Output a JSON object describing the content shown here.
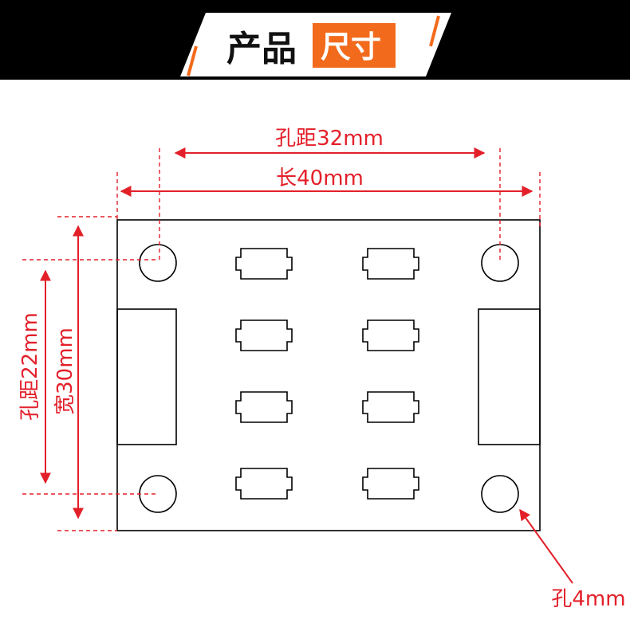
{
  "header": {
    "title_main": "产品",
    "title_highlight": "尺寸"
  },
  "dimensions": {
    "hole_spacing_horizontal": "孔距32mm",
    "length": "长40mm",
    "hole_spacing_vertical": "孔距22mm",
    "width": "宽30mm",
    "hole_diameter": "孔4mm"
  },
  "colors": {
    "banner_background": "#000000",
    "accent_orange": "#f26a1b",
    "dimension_red": "#e3202a",
    "outline": "#000000"
  }
}
